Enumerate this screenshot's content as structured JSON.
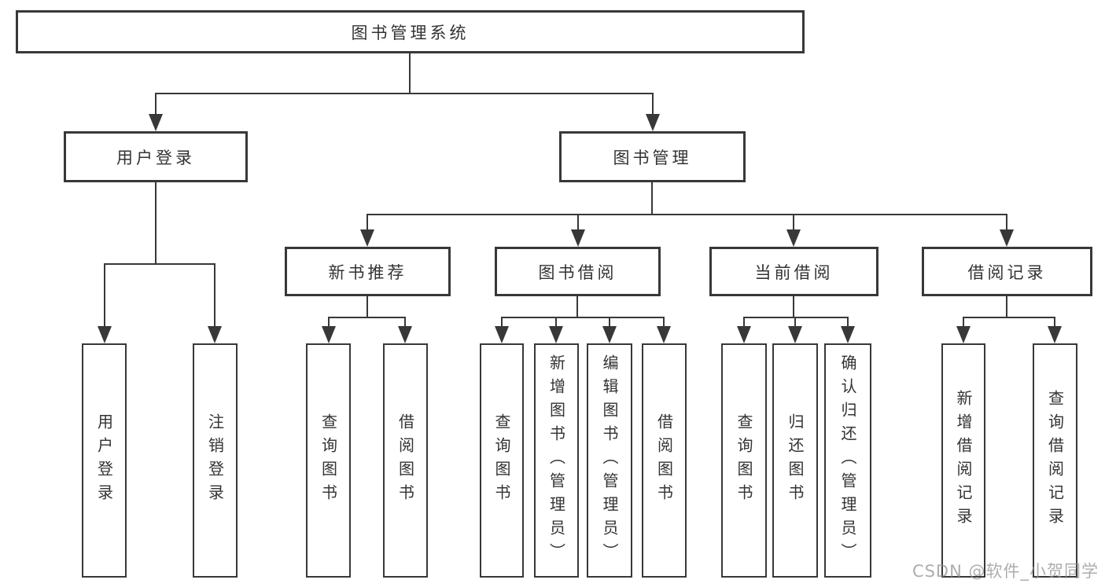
{
  "diagram": {
    "root": {
      "label": "图书管理系统"
    },
    "level2": {
      "login": {
        "label": "用户登录"
      },
      "manage": {
        "label": "图书管理"
      }
    },
    "level3": {
      "newbook": {
        "label": "新书推荐"
      },
      "borrow": {
        "label": "图书借阅"
      },
      "current": {
        "label": "当前借阅"
      },
      "records": {
        "label": "借阅记录"
      }
    },
    "leaves": {
      "login": [
        "用户登录",
        "注销登录"
      ],
      "newbook": [
        "查询图书",
        "借阅图书"
      ],
      "borrow": [
        "查询图书",
        "新增图书（管理员）",
        "编辑图书（管理员）",
        "借阅图书"
      ],
      "current": [
        "查询图书",
        "归还图书",
        "确认归还（管理员）"
      ],
      "records": [
        "新增借阅记录",
        "查询借阅记录"
      ]
    },
    "watermark": "CSDN @软件_小贺同学",
    "colors": {
      "line": "#383838",
      "text": "#333333",
      "box_bg": "#ffffff",
      "watermark": "#919191"
    }
  }
}
